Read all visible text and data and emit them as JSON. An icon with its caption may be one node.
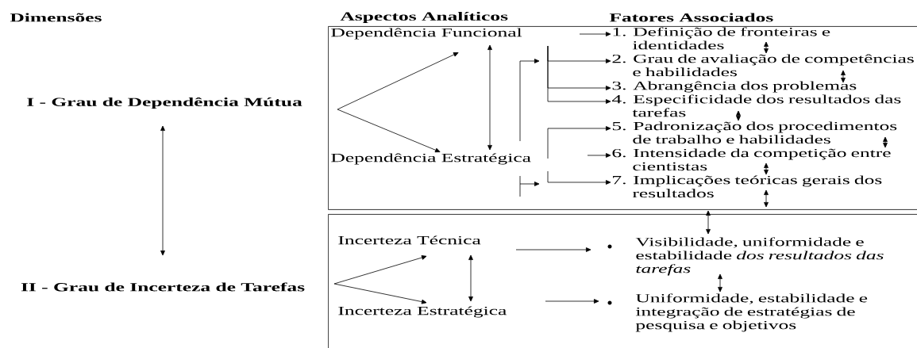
{
  "diagram": {
    "nodes": [
      {
        "text": [
          "I - Grau de Dependência Mútua"
        ]
      },
      {
        "text": [
          "II - Grau de Incerteza de Tarefas"
        ]
      },
      {
        "text": [],
        "shape": "box"
      },
      {
        "text": [
          "Dependência Funcional"
        ],
        "in": 2
      },
      {
        "text": [
          "Dependência Estratégica"
        ],
        "in": 2
      },
      {
        "text": [
          "1. Definição de fronteiras e identidades"
        ],
        "in": 2
      },
      {
        "text": [
          "2. Grau de avaliação de competências e habilidades"
        ],
        "in": 2
      },
      {
        "text": [
          "3. Abrangência dos problemas"
        ],
        "in": 2
      },
      {
        "text": [
          "4. Especificidade dos resultados das tarefas"
        ],
        "in": 2
      },
      {
        "text": [
          "5. Padronização dos procedimentos de trabalho e habilidades"
        ],
        "in": 2
      },
      {
        "text": [
          "6. Intensidade da competição entre cientistas"
        ],
        "in": 2
      },
      {
        "text": [
          "7. Implicações teóricas gerais dos resultados"
        ],
        "in": 2
      },
      {
        "text": [],
        "shape": "box"
      },
      {
        "text": [
          "Incerteza Técnica"
        ],
        "in": 12
      },
      {
        "text": [
          "Incerteza Estratégica"
        ],
        "in": 12
      },
      {
        "text": [
          "Visibilidade, uniformidade e estabilidade *dos resultados das tarefas*"
        ],
        "in": 12
      },
      {
        "text": [
          "Uniformidade, estabilidade e integração de estratégias de pesquisa e objetivos"
        ],
        "in": 12
      }
    ],
    "edges": [
      {
        "from": 0,
        "to": 1,
        "arrow": "both"
      },
      {
        "from": null,
        "to": 3,
        "arrow": "to"
      },
      {
        "from": null,
        "to": 4,
        "arrow": "to"
      },
      {
        "from": 3,
        "to": 4,
        "arrow": "both"
      },
      {
        "from": null,
        "to": 5,
        "arrow": "to"
      },
      {
        "from": null,
        "to": 6,
        "arrow": "to"
      },
      {
        "from": null,
        "to": 7,
        "arrow": "to"
      },
      {
        "from": null,
        "to": 8,
        "arrow": "to"
      },
      {
        "from": 4,
        "to": 9,
        "arrow": "to"
      },
      {
        "from": null,
        "to": 10,
        "arrow": "to"
      },
      {
        "from": 4,
        "to": 11,
        "arrow": "to"
      },
      {
        "from": 5,
        "to": 6,
        "arrow": "both"
      },
      {
        "from": 6,
        "to": 7,
        "arrow": "both"
      },
      {
        "from": 8,
        "to": 9,
        "arrow": "both"
      },
      {
        "from": 9,
        "to": 10,
        "arrow": "both"
      },
      {
        "from": 10,
        "to": 11,
        "arrow": "both"
      },
      {
        "from": 11,
        "to": null,
        "arrow": "both"
      },
      {
        "from": 2,
        "to": 15,
        "arrow": "both"
      },
      {
        "from": null,
        "to": 13,
        "arrow": "to"
      },
      {
        "from": null,
        "to": 14,
        "arrow": "to"
      },
      {
        "from": 13,
        "to": 14,
        "arrow": "both"
      },
      {
        "from": 13,
        "to": 15,
        "arrow": "to"
      },
      {
        "from": 14,
        "to": 16,
        "arrow": "to"
      },
      {
        "from": 15,
        "to": 16,
        "arrow": "both"
      }
    ],
    "labels": [
      "Dimensões",
      "Aspectos Analíticos",
      "Fatores Associados"
    ]
  }
}
